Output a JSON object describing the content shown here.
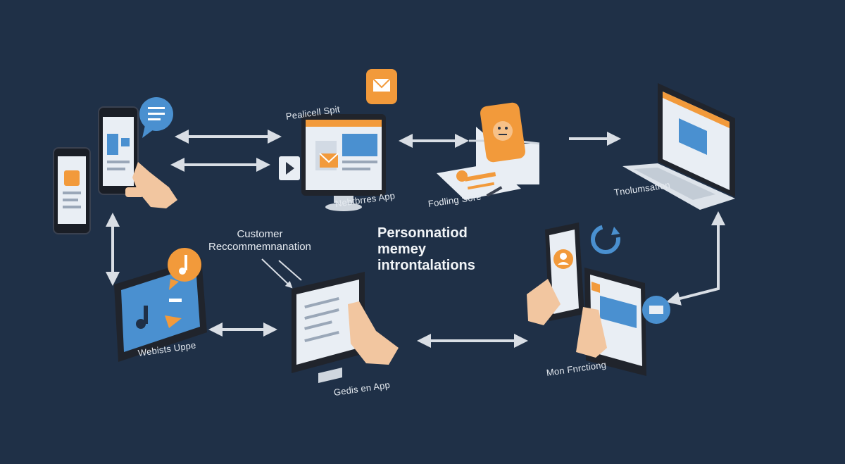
{
  "labels": {
    "top_browser": "Pealicell Spit",
    "web_app": "Nebtbrres App",
    "folding_store": "Fodling Sore",
    "laptop": "Tnolumsation",
    "website": "Webists Uppe",
    "monitor_app": "Gedis en App",
    "mobile_functions": "Mon Fnrctiong"
  },
  "customer_recommendation": [
    "Customer",
    "Reccommemnanation"
  ],
  "center_title": [
    "Personnatiod",
    "memey",
    "introntalations"
  ],
  "colors": {
    "background": "#1f3047",
    "accent_orange": "#f29a3b",
    "accent_blue": "#4a90d0",
    "device_frame": "#20242c",
    "screen_light": "#e9eef4",
    "arrow": "#d9dee5"
  },
  "icons": [
    "chat-bubble-icon",
    "mail-icon",
    "emoji-face-icon",
    "music-note-icon",
    "user-profile-icon",
    "refresh-icon",
    "play-button-icon",
    "pointer-hand-icon"
  ]
}
